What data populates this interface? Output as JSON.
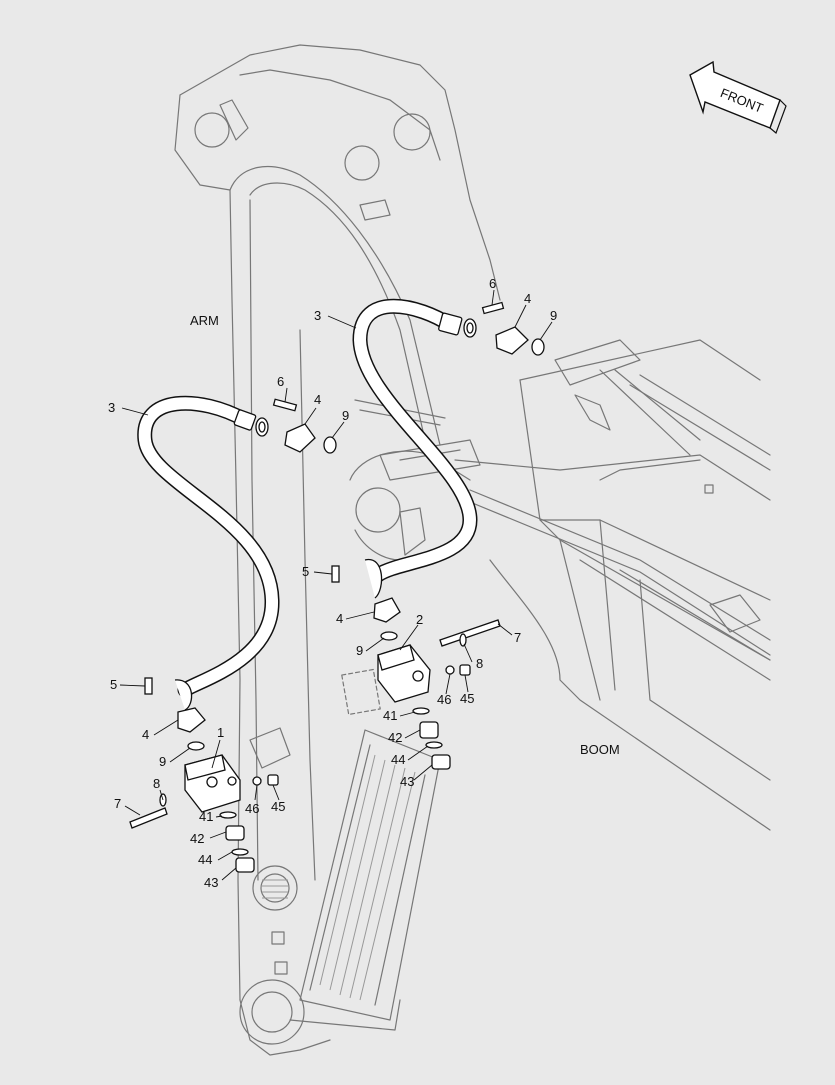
{
  "labels": {
    "front": "FRONT",
    "arm": "ARM",
    "boom": "BOOM"
  },
  "callouts": {
    "c1": "1",
    "c2": "2",
    "c3a": "3",
    "c3b": "3",
    "c4a": "4",
    "c4b": "4",
    "c4c": "4",
    "c4d": "4",
    "c5a": "5",
    "c5b": "5",
    "c6a": "6",
    "c6b": "6",
    "c7a": "7",
    "c7b": "7",
    "c8a": "8",
    "c8b": "8",
    "c9a": "9",
    "c9b": "9",
    "c9c": "9",
    "c9d": "9",
    "c41a": "41",
    "c41b": "41",
    "c42a": "42",
    "c42b": "42",
    "c43a": "43",
    "c43b": "43",
    "c44a": "44",
    "c44b": "44",
    "c45a": "45",
    "c45b": "45",
    "c46a": "46",
    "c46b": "46"
  }
}
